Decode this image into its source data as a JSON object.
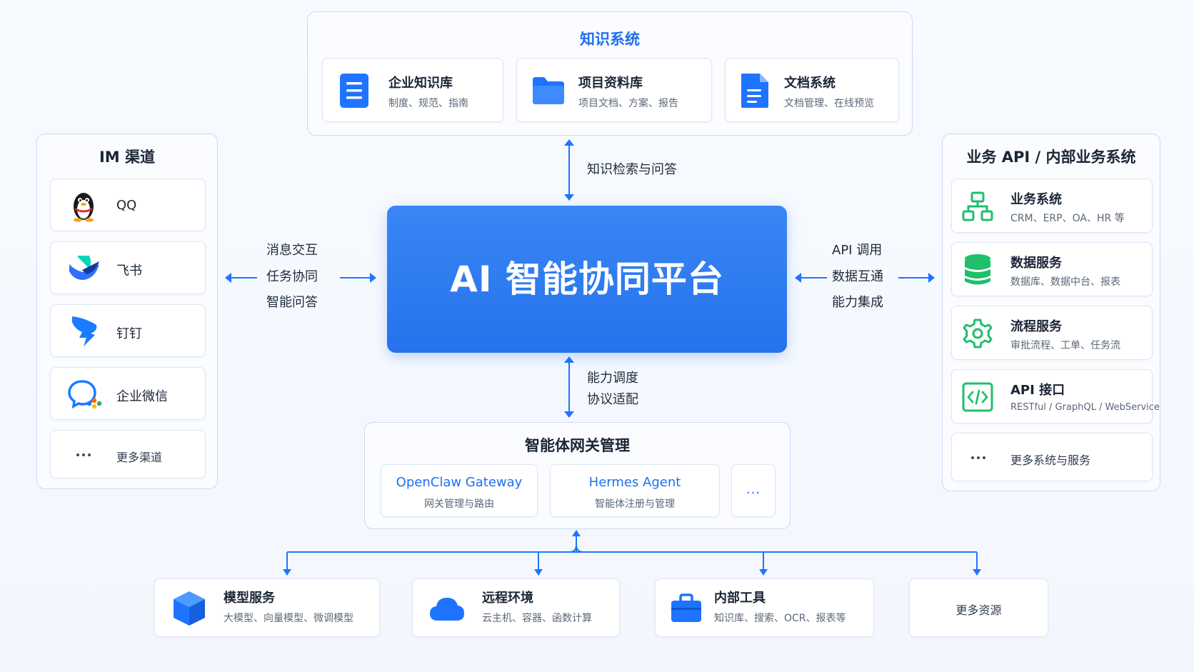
{
  "colors": {
    "accent": "#1e74ff",
    "platform": "#2f7cf3",
    "green": "#1fbf6b",
    "panel_border": "#c8daf6"
  },
  "knowledge": {
    "title": "知识系统",
    "items": [
      {
        "title": "企业知识库",
        "subtitle": "制度、规范、指南",
        "icon": "document-list-icon"
      },
      {
        "title": "项目资料库",
        "subtitle": "项目文档、方案、报告",
        "icon": "folder-icon"
      },
      {
        "title": "文档系统",
        "subtitle": "文档管理、在线预览",
        "icon": "file-icon"
      }
    ]
  },
  "im": {
    "title": "IM 渠道",
    "items": [
      {
        "label": "QQ",
        "icon": "qq-penguin-icon"
      },
      {
        "label": "飞书",
        "icon": "feishu-icon"
      },
      {
        "label": "钉钉",
        "icon": "dingtalk-icon"
      },
      {
        "label": "企业微信",
        "icon": "wecom-icon"
      },
      {
        "label": "更多渠道",
        "icon": "ellipsis-icon"
      }
    ]
  },
  "business": {
    "title": "业务 API / 内部业务系统",
    "items": [
      {
        "title": "业务系统",
        "subtitle": "CRM、ERP、OA、HR 等",
        "icon": "org-chart-icon"
      },
      {
        "title": "数据服务",
        "subtitle": "数据库、数据中台、报表",
        "icon": "database-icon"
      },
      {
        "title": "流程服务",
        "subtitle": "审批流程、工单、任务流",
        "icon": "gear-icon"
      },
      {
        "title": "API 接口",
        "subtitle": "RESTful / GraphQL / WebService",
        "icon": "code-icon"
      }
    ],
    "more": "更多系统与服务"
  },
  "platform": {
    "title": "AI 智能协同平台"
  },
  "links": {
    "knowledge": "知识检索与问答",
    "im": [
      "消息交互",
      "任务协同",
      "智能问答"
    ],
    "business": [
      "API 调用",
      "数据互通",
      "能力集成"
    ],
    "gateway": [
      "能力调度",
      "协议适配"
    ]
  },
  "gateway": {
    "title": "智能体网关管理",
    "items": [
      {
        "title": "OpenClaw Gateway",
        "subtitle": "网关管理与路由"
      },
      {
        "title": "Hermes Agent",
        "subtitle": "智能体注册与管理"
      }
    ],
    "more": "..."
  },
  "resources": {
    "items": [
      {
        "title": "模型服务",
        "subtitle": "大模型、向量模型、微调模型",
        "icon": "cube-icon"
      },
      {
        "title": "远程环境",
        "subtitle": "云主机、容器、函数计算",
        "icon": "cloud-icon"
      },
      {
        "title": "内部工具",
        "subtitle": "知识库、搜索、OCR、报表等",
        "icon": "toolbox-icon"
      }
    ],
    "more": "更多资源"
  }
}
